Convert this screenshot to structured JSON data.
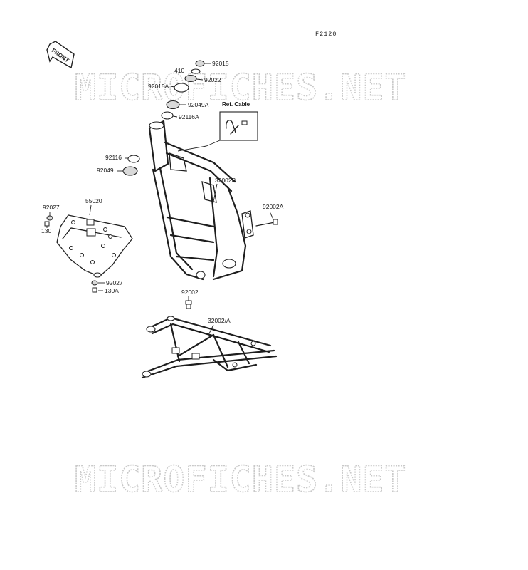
{
  "diagram_code": "F2120",
  "front_label": "FRONT",
  "watermark": "MICROFICHES.NET",
  "ref_box_label": "Ref. Cable",
  "callouts": {
    "p410": "410",
    "p92015": "92015",
    "p92022": "92022",
    "p92015A": "92015A",
    "p92049A": "92049A",
    "p92116A": "92116A",
    "p92116": "92116",
    "p92049": "92049",
    "p32002B": "32002B",
    "p92002A": "92002A",
    "p92027_top": "92027",
    "p55020": "55020",
    "p130": "130",
    "p92027_bottom": "92027",
    "p130A": "130A",
    "p92002": "92002",
    "p32002A": "32002/A"
  },
  "colors": {
    "ink": "#1a1a1a",
    "watermark_outline": "#c9c9c9",
    "background": "#ffffff"
  }
}
